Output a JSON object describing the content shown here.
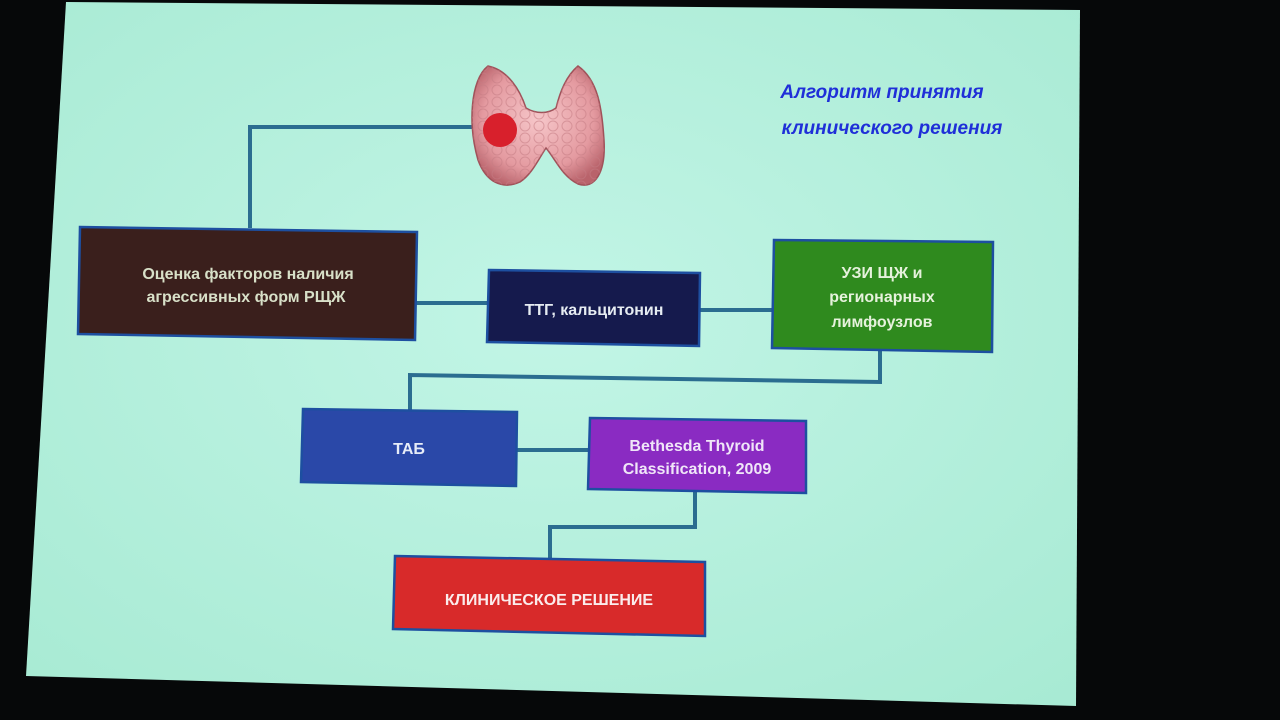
{
  "slide": {
    "title_line1": "Алгоритм принятия",
    "title_line2": "клинического решения"
  },
  "boxes": {
    "risk_factors": {
      "line1": "Оценка факторов наличия",
      "line2": "агрессивных форм РЩЖ"
    },
    "ttg": {
      "line1": "ТТГ, кальцитонин"
    },
    "ultrasound": {
      "line1": "УЗИ ЩЖ и",
      "line2": "регионарных",
      "line3": "лимфоузлов"
    },
    "fnab": {
      "line1": "ТАБ"
    },
    "bethesda": {
      "line1": "Bethesda Thyroid",
      "line2": "Classification, 2009"
    },
    "decision": {
      "line1": "КЛИНИЧЕСКОЕ РЕШЕНИЕ"
    }
  },
  "colors": {
    "slide_bg": "#b6f1de",
    "title": "#1f2fd8",
    "connector": "#2b6d90",
    "border": "#1d4fa0",
    "risk_factors": "#3a1f1c",
    "ttg": "#151a4d",
    "ultrasound": "#2f8a1e",
    "fnab": "#2a48a8",
    "bethesda": "#8a2bc2",
    "decision": "#d82a2a",
    "gland": "#e9a3a8",
    "nodule": "#d8202c"
  },
  "icons": [
    "thyroid-gland-icon",
    "nodule-icon"
  ]
}
